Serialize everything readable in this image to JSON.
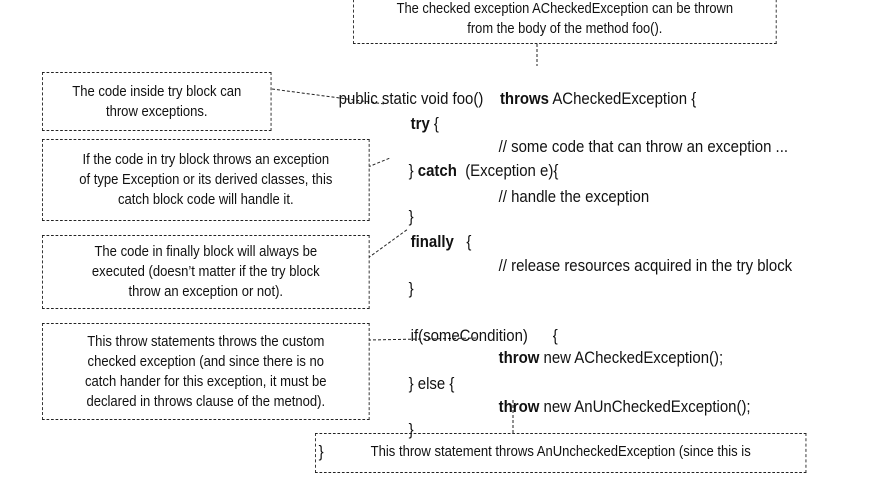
{
  "annotations": {
    "top": "The checked exception ACheckedException can be thrown\nfrom the body of the method foo().",
    "try": "The code inside try block can\nthrow exceptions.",
    "catch": "If the code in try block throws an exception\nof type Exception or its derived classes, this\ncatch block code will handle it.",
    "finally": "The code in finally block will always be\nexecuted (doesn’t matter if the try block\nthrow an exception or not).",
    "checked_throw": "This throw statements throws the custom\nchecked exception (and since there is no\ncatch hander for this exception, it must be\ndeclared in throws clause of the metnod).",
    "unchecked_throw": "This throw statement throws AnUncheckedException (since this is"
  },
  "code": {
    "signature": "public static void foo()",
    "throws_kw": "throws",
    "throws_rest": " ACheckedException {",
    "try_kw": "try",
    "try_rest": " {",
    "try_comment": "// some code that can throw an exception ...",
    "catch_open": "} ",
    "catch_kw": "catch",
    "catch_rest": "  (Exception e){",
    "catch_comment": "// handle the exception",
    "close1": "}",
    "finally_kw": "finally",
    "finally_rest": "   {",
    "finally_comment": "// release resources acquired in the try block",
    "close2": "}",
    "if_line": "if(someCondition)      {",
    "throw1_kw": "throw",
    "throw1_rest": " new ACheckedException();",
    "else_line": "} else {",
    "throw2_kw": "throw",
    "throw2_rest": " new AnUnCheckedException();",
    "close3": "}",
    "close_method": "}"
  }
}
